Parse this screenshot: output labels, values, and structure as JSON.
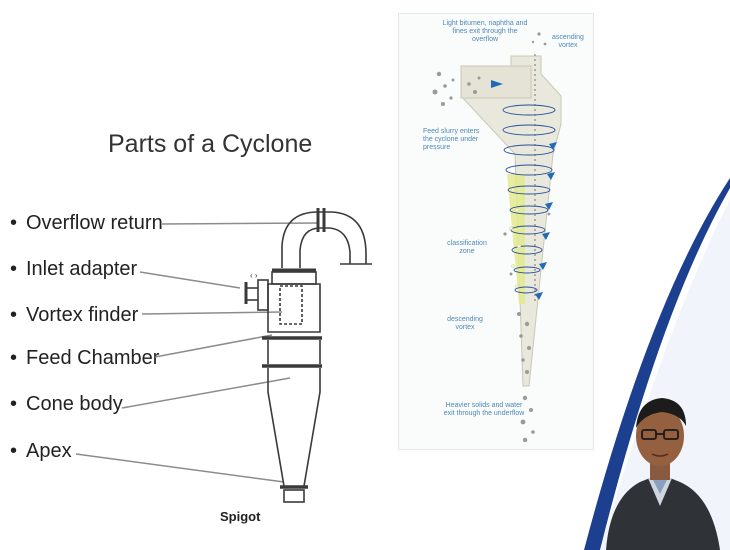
{
  "slide": {
    "title": "Parts of a Cyclone",
    "bullets": [
      "Overflow return",
      "Inlet adapter",
      "Vortex finder",
      "Feed Chamber",
      "Cone body",
      "Apex"
    ],
    "spigot_label": "Spigot"
  },
  "illustration": {
    "overflow_note": "Light bitumen, naphtha and fines exit through the overflow",
    "ascending_vortex": "ascending vortex",
    "feed_note": "Feed slurry enters the cyclone under pressure",
    "classification_zone": "classification zone",
    "descending_vortex": "descending vortex",
    "underflow_note": "Heavier solids and water exit through the underflow"
  },
  "colors": {
    "accent_blue": "#1d3f8f",
    "label_blue": "#4e87b8",
    "classification_yellow": "#e2ea8e",
    "cyclone_body": "#e9e8dd"
  }
}
